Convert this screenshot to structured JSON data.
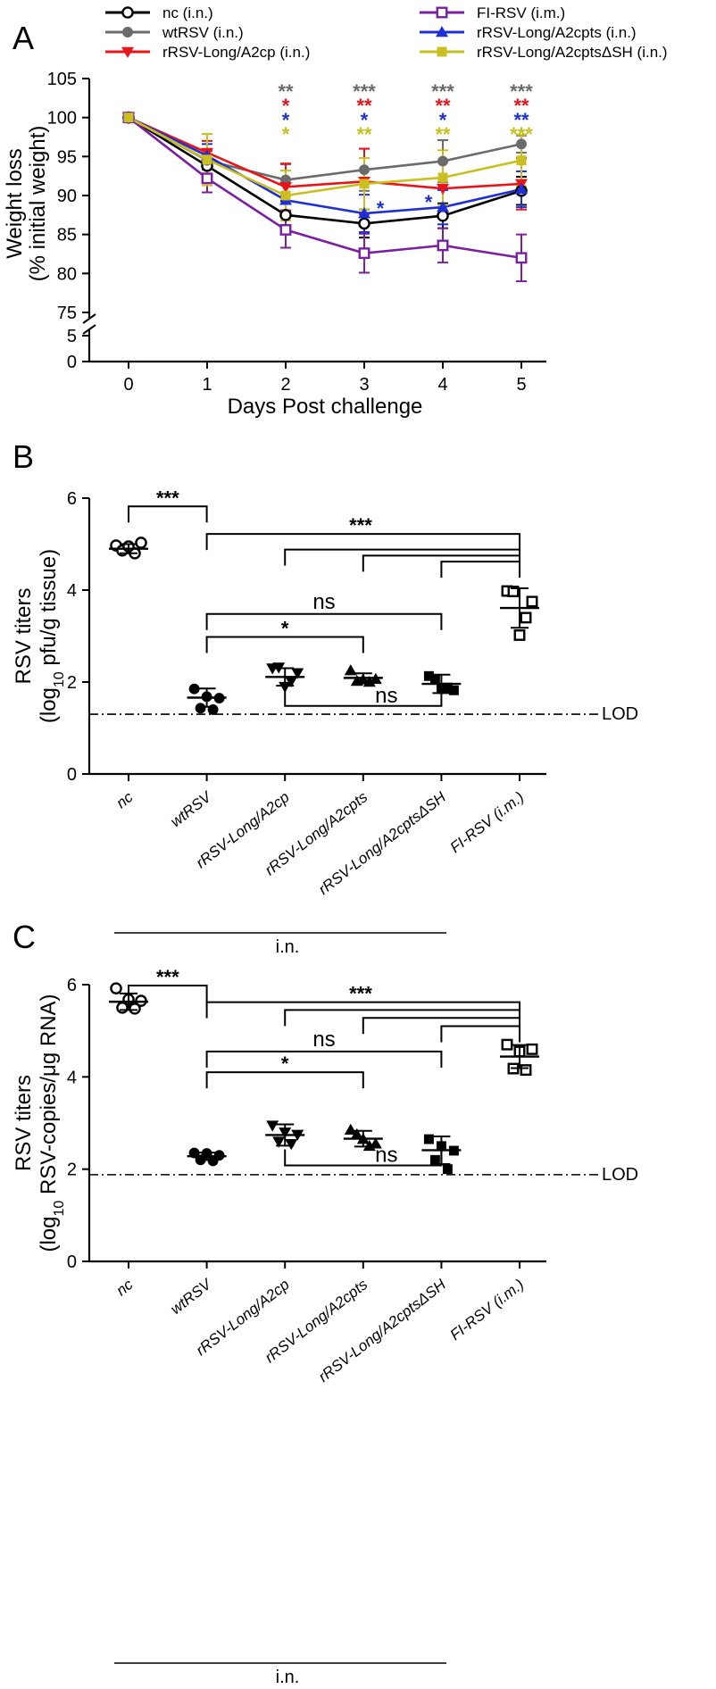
{
  "legend": [
    {
      "label": "nc (i.n.)",
      "color": "#000000",
      "marker": "circle-open"
    },
    {
      "label": "wtRSV (i.n.)",
      "color": "#6b6b6b",
      "marker": "circle-filled"
    },
    {
      "label": "rRSV-Long/A2cp (i.n.)",
      "color": "#e8151b",
      "marker": "triangle-down-filled"
    },
    {
      "label": "FI-RSV (i.m.)",
      "color": "#7a1fa2",
      "marker": "square-open"
    },
    {
      "label": "rRSV-Long/A2cpts (i.n.)",
      "color": "#1f2fd6",
      "marker": "triangle-up-filled"
    },
    {
      "label": "rRSV-Long/A2cptsΔSH (i.n.)",
      "color": "#c9bf21",
      "marker": "square-filled"
    }
  ],
  "chart_data": [
    {
      "panel": "A",
      "type": "line",
      "xlabel": "Days Post challenge",
      "ylabel": [
        "Weight loss",
        "(% initial weight)"
      ],
      "x": [
        0,
        1,
        2,
        3,
        4,
        5
      ],
      "ylim": [
        0,
        105
      ],
      "yticks": [
        0,
        5,
        75,
        80,
        85,
        90,
        95,
        100,
        105
      ],
      "axis_break": [
        5,
        75
      ],
      "series": [
        {
          "name": "nc (i.n.)",
          "color": "#000000",
          "marker": "circle-open",
          "values": [
            100,
            93.8,
            87.5,
            86.4,
            87.4,
            90.6
          ],
          "err": [
            0,
            1.5,
            1.8,
            1.8,
            1.6,
            1.8
          ]
        },
        {
          "name": "wtRSV (i.n.)",
          "color": "#6b6b6b",
          "marker": "circle-filled",
          "values": [
            100,
            94.5,
            92.0,
            93.3,
            94.4,
            96.6
          ],
          "err": [
            0,
            1.2,
            2.0,
            2.7,
            2.7,
            1.1
          ]
        },
        {
          "name": "rRSV-Long/A2cp (i.n.)",
          "color": "#e8151b",
          "marker": "triangle-down-filled",
          "values": [
            100,
            95.5,
            91.1,
            91.8,
            90.9,
            91.5
          ],
          "err": [
            0,
            1.5,
            3.0,
            4.2,
            3.5,
            3.3
          ]
        },
        {
          "name": "FI-RSV (i.m.)",
          "color": "#7a1fa2",
          "marker": "square-open",
          "values": [
            100,
            92.2,
            85.6,
            82.6,
            83.6,
            82.0
          ],
          "err": [
            0,
            1.8,
            2.3,
            2.5,
            2.2,
            3.0
          ]
        },
        {
          "name": "rRSV-Long/A2cpts (i.n.)",
          "color": "#1f2fd6",
          "marker": "triangle-up-filled",
          "values": [
            100,
            95.1,
            89.4,
            87.7,
            88.5,
            90.8
          ],
          "err": [
            0,
            1.5,
            2.2,
            2.4,
            2.2,
            2.3
          ]
        },
        {
          "name": "rRSV-Long/A2cptsΔSH (i.n.)",
          "color": "#c9bf21",
          "marker": "square-filled",
          "values": [
            100,
            94.6,
            90.0,
            91.5,
            92.3,
            94.5
          ],
          "err": [
            0,
            3.3,
            3.2,
            3.3,
            3.5,
            3.3
          ]
        }
      ],
      "significance": [
        {
          "day": 2,
          "marks": [
            {
              "text": "**",
              "color": "#6b6b6b"
            },
            {
              "text": "*",
              "color": "#e8151b"
            },
            {
              "text": "*",
              "color": "#1f2fd6"
            },
            {
              "text": "*",
              "color": "#c9bf21"
            }
          ]
        },
        {
          "day": 3,
          "marks": [
            {
              "text": "***",
              "color": "#6b6b6b"
            },
            {
              "text": "**",
              "color": "#e8151b"
            },
            {
              "text": "*",
              "color": "#1f2fd6"
            },
            {
              "text": "**",
              "color": "#c9bf21"
            }
          ]
        },
        {
          "day": 4,
          "marks": [
            {
              "text": "***",
              "color": "#6b6b6b"
            },
            {
              "text": "**",
              "color": "#e8151b"
            },
            {
              "text": "*",
              "color": "#1f2fd6"
            },
            {
              "text": "**",
              "color": "#c9bf21"
            }
          ]
        },
        {
          "day": 5,
          "marks": [
            {
              "text": "***",
              "color": "#6b6b6b"
            },
            {
              "text": "**",
              "color": "#e8151b"
            },
            {
              "text": "**",
              "color": "#1f2fd6"
            },
            {
              "text": "***",
              "color": "#c9bf21"
            }
          ]
        }
      ],
      "inline_marks": [
        {
          "day": 3,
          "y": 88.4,
          "text": "*",
          "color": "#1f2fd6"
        },
        {
          "day": 4,
          "y": 89.2,
          "text": "*",
          "color": "#1f2fd6"
        }
      ]
    },
    {
      "panel": "B",
      "type": "scatter",
      "ylabel_main": "RSV titers",
      "ylabel_pre": "(log",
      "ylabel_sub": "10",
      "ylabel_post": " pfu/g tissue)",
      "ylim": [
        0,
        6
      ],
      "yticks": [
        0,
        2,
        4,
        6
      ],
      "lod": 1.3,
      "lod_label": "LOD",
      "group_label": "i.n.",
      "categories": [
        "nc",
        "wtRSV",
        "rRSV-Long/A2cp",
        "rRSV-Long/A2cpts",
        "rRSV-Long/A2cptsΔSH",
        "FI-RSV (i.m.)"
      ],
      "markers": [
        "circle-open",
        "circle-filled",
        "triangle-down-filled",
        "triangle-up-filled",
        "square-filled",
        "square-open"
      ],
      "points": [
        [
          4.97,
          5.03,
          4.86,
          4.8,
          4.95
        ],
        [
          1.85,
          1.65,
          1.43,
          1.4,
          1.68
        ],
        [
          2.3,
          2.2,
          2.32,
          2.02,
          1.9
        ],
        [
          2.25,
          2.06,
          2.02,
          2.0,
          2.05
        ],
        [
          2.13,
          1.82,
          2.06,
          1.88,
          1.85
        ],
        [
          3.98,
          3.75,
          3.97,
          3.4,
          3.02
        ]
      ],
      "mean": [
        4.9,
        1.66,
        2.11,
        2.09,
        1.96,
        3.61
      ],
      "sd": [
        0.1,
        0.2,
        0.19,
        0.1,
        0.2,
        0.43
      ],
      "comparisons": [
        {
          "from": 0,
          "to": 1,
          "y": 5.82,
          "label": "***",
          "dir": "down"
        },
        {
          "from": 1,
          "to": 5,
          "y": 5.22,
          "label": "***",
          "dir": "down"
        },
        {
          "from": 2,
          "to": 5,
          "y": 4.88,
          "label": "",
          "dir": "down"
        },
        {
          "from": 3,
          "to": 5,
          "y": 4.75,
          "label": "",
          "dir": "down"
        },
        {
          "from": 4,
          "to": 5,
          "y": 4.62,
          "label": "",
          "dir": "down"
        },
        {
          "from": 1,
          "to": 4,
          "y": 3.48,
          "label": "ns",
          "dir": "down"
        },
        {
          "from": 1,
          "to": 3,
          "y": 2.98,
          "label": "*",
          "dir": "down"
        },
        {
          "from": 2,
          "to": 4,
          "y": 1.48,
          "label": "ns",
          "dir": "up"
        }
      ]
    },
    {
      "panel": "C",
      "type": "scatter",
      "ylabel_main": "RSV titers",
      "ylabel_pre": "(log",
      "ylabel_sub": "10",
      "ylabel_post": " RSV-copies/μg RNA)",
      "ylim": [
        0,
        6
      ],
      "yticks": [
        0,
        2,
        4,
        6
      ],
      "lod": 1.88,
      "lod_label": "LOD",
      "group_label": "i.n.",
      "categories": [
        "nc",
        "wtRSV",
        "rRSV-Long/A2cp",
        "rRSV-Long/A2cpts",
        "rRSV-Long/A2cptsΔSH",
        "FI-RSV (i.m.)"
      ],
      "markers": [
        "circle-open",
        "circle-filled",
        "triangle-down-filled",
        "triangle-up-filled",
        "square-filled",
        "square-open"
      ],
      "points": [
        [
          5.92,
          5.65,
          5.5,
          5.48,
          5.68
        ],
        [
          2.35,
          2.3,
          2.2,
          2.18,
          2.34
        ],
        [
          2.95,
          2.75,
          2.6,
          2.55,
          2.8
        ],
        [
          2.85,
          2.55,
          2.75,
          2.5,
          2.65
        ],
        [
          2.65,
          2.4,
          2.2,
          2.0,
          2.5
        ],
        [
          4.7,
          4.6,
          4.18,
          4.15,
          4.55
        ]
      ],
      "mean": [
        5.63,
        2.28,
        2.74,
        2.66,
        2.41,
        4.44
      ],
      "sd": [
        0.18,
        0.08,
        0.23,
        0.17,
        0.3,
        0.25
      ],
      "comparisons": [
        {
          "from": 0,
          "to": 1,
          "y": 5.98,
          "label": "***",
          "dir": "down"
        },
        {
          "from": 1,
          "to": 5,
          "y": 5.62,
          "label": "***",
          "dir": "down"
        },
        {
          "from": 2,
          "to": 5,
          "y": 5.45,
          "label": "",
          "dir": "down"
        },
        {
          "from": 3,
          "to": 5,
          "y": 5.28,
          "label": "",
          "dir": "down"
        },
        {
          "from": 4,
          "to": 5,
          "y": 5.1,
          "label": "",
          "dir": "down"
        },
        {
          "from": 1,
          "to": 4,
          "y": 4.55,
          "label": "ns",
          "dir": "down"
        },
        {
          "from": 1,
          "to": 3,
          "y": 4.1,
          "label": "*",
          "dir": "down"
        },
        {
          "from": 2,
          "to": 4,
          "y": 2.08,
          "label": "ns",
          "dir": "up"
        }
      ]
    }
  ]
}
